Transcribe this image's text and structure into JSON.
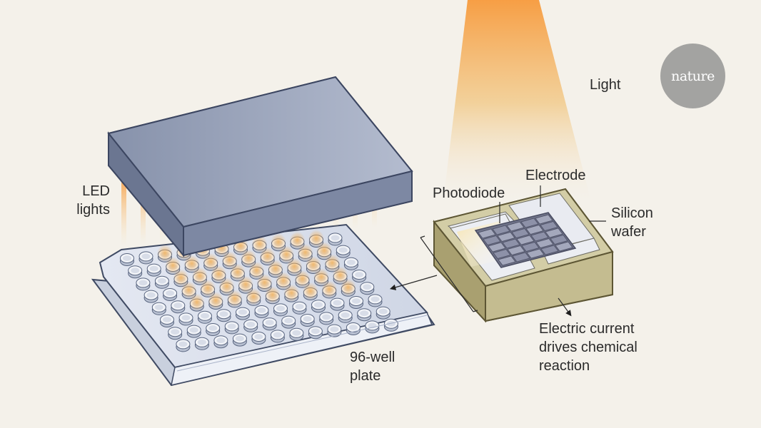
{
  "labels": {
    "light": "Light",
    "led_lights": [
      "LED",
      "lights"
    ],
    "photodiode": "Photodiode",
    "electrode": "Electrode",
    "silicon_wafer": [
      "Silicon",
      "wafer"
    ],
    "electric_current": [
      "Electric current",
      "drives chemical",
      "reaction"
    ],
    "plate": [
      "96-well",
      "plate"
    ]
  },
  "logo": {
    "text": "nature"
  },
  "colors": {
    "background": "#f4f1ea",
    "led_box": "#8794ad",
    "plate": "#dde2ee",
    "wafer": "#cfc8a0",
    "photodiode": "#6d7088",
    "light_beam": "#f7a040"
  }
}
